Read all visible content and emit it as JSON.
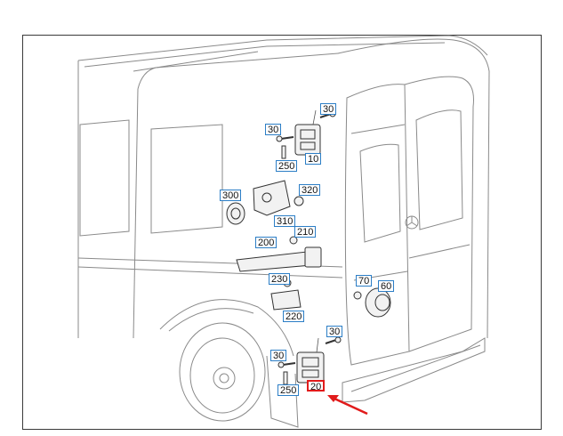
{
  "diagram": {
    "labels": {
      "p30a": "30",
      "p30b": "30",
      "p10": "10",
      "p250a": "250",
      "p300": "300",
      "p320": "320",
      "p310": "310",
      "p200": "200",
      "p210": "210",
      "p230": "230",
      "p220": "220",
      "p70": "70",
      "p60": "60",
      "p30c": "30",
      "p30d": "30",
      "p250b": "250",
      "p20": "20"
    },
    "colors": {
      "label_border": "#2c7ec6",
      "highlight": "#e11b1b",
      "line": "#7a7a7a"
    },
    "highlighted_part": "20"
  }
}
